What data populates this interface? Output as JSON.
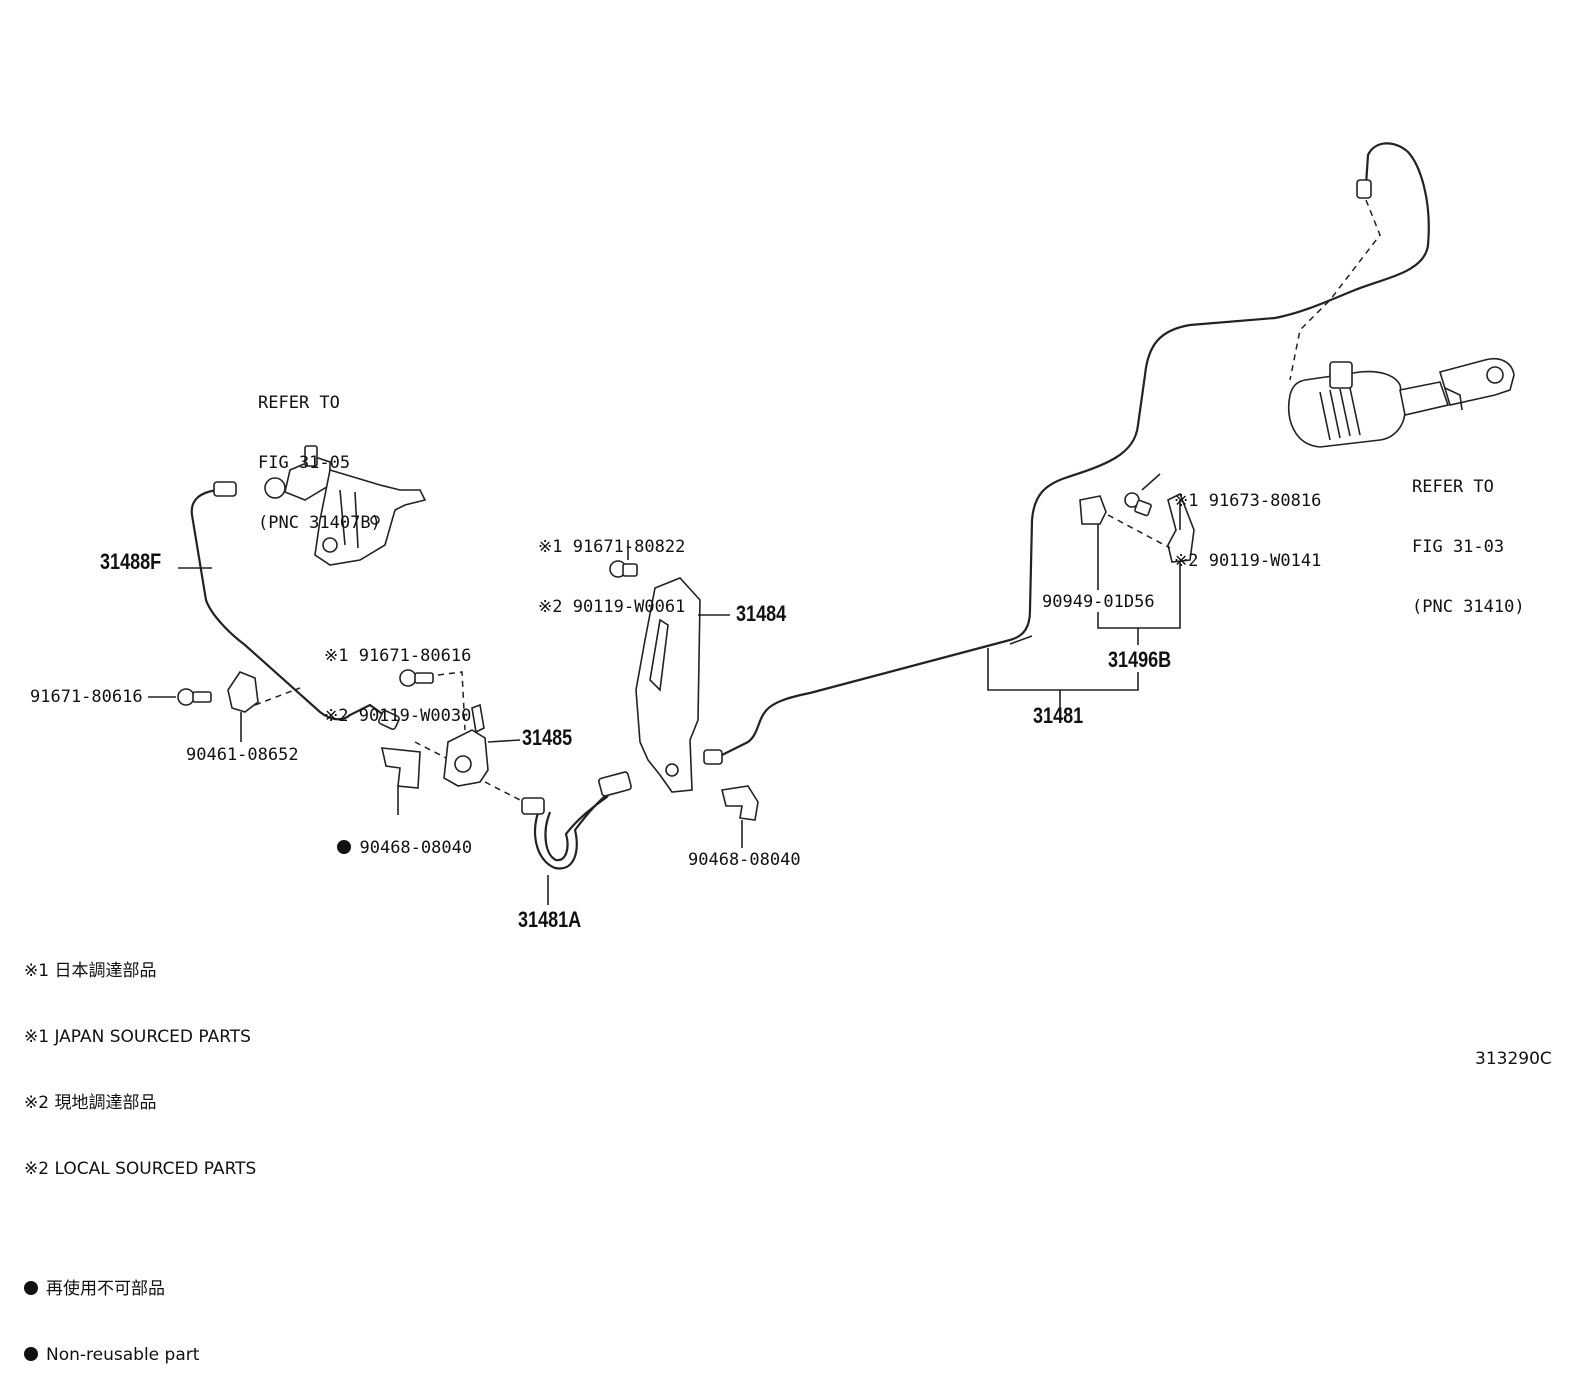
{
  "figure_code": "313290C",
  "refs": {
    "upper_left": {
      "line1": "REFER TO",
      "line2": "FIG 31-05",
      "line3": "(PNC 31407B)"
    },
    "right": {
      "line1": "REFER TO",
      "line2": "FIG 31-03",
      "line3": "(PNC 31410)"
    }
  },
  "pnc_labels": {
    "p31488F": "31488F",
    "p31485": "31485",
    "p31484": "31484",
    "p31481A": "31481A",
    "p31481": "31481",
    "p31496B": "31496B"
  },
  "part_labels": {
    "bolt_left": "91671-80616",
    "clip_left": "90461-08652",
    "clip_lower_left": "90468-08040",
    "clip_center": "90468-08040",
    "clip_right": "90949-01D56"
  },
  "alt_labels": {
    "bolt_center_left": {
      "m1": "※1 91671-80616",
      "m2": "※2 90119-W0030"
    },
    "bolt_center": {
      "m1": "※1 91671-80822",
      "m2": "※2 90119-W0061"
    },
    "bolt_right": {
      "m1": "※1 91673-80816",
      "m2": "※2 90119-W0141"
    }
  },
  "legend": {
    "l1": "※1 日本調達部品",
    "l2": "※1 JAPAN SOURCED PARTS",
    "l3": "※2 現地調達部品",
    "l4": "※2 LOCAL SOURCED PARTS",
    "nr_jp": "再使用不可部品",
    "nr_en": "Non-reusable part"
  },
  "icons": [
    "pipe-line",
    "flex-hose",
    "bracket",
    "clip",
    "bolt",
    "master-cylinder",
    "release-cylinder"
  ]
}
